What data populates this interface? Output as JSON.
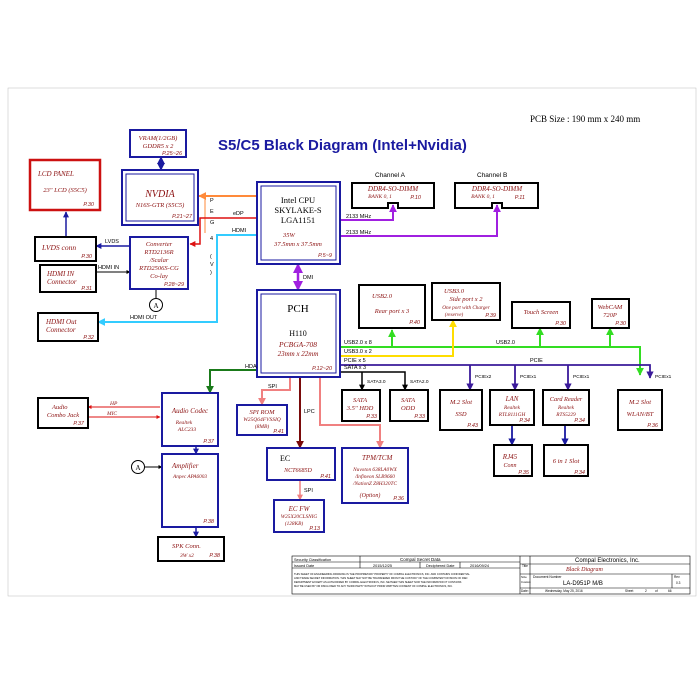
{
  "header": {
    "title": "S5/C5 Black Diagram (Intel+Nvidia)",
    "pcb_size": "PCB Size : 190 mm x 240 mm"
  },
  "blocks": {
    "vram": {
      "l1": "VRAM(1/2GB)",
      "l2": "GDDR5 x 2",
      "page": "P.25~26"
    },
    "nvidia": {
      "l1": "NVDIA",
      "l2": "N16S-GTR (S5C5)",
      "page": "P.21~27"
    },
    "lcd": {
      "l1": "LCD PANEL",
      "l2": "23\" LCD (S5C5)",
      "page": "P.30"
    },
    "cpu": {
      "l1": "Intel CPU",
      "l2": "SKYLAKE-S",
      "l3": "LGA1151",
      "l4": "35W",
      "l5": "37.5mm x 37.5mm",
      "page": "P.5~9"
    },
    "lvds_conn": {
      "l1": "LVDS conn",
      "page": "P.30"
    },
    "converter": {
      "l1": "Converter",
      "l2": "RTD2136R",
      "l3": "/Scalar",
      "l4": "RTD2506S-CG",
      "l5": "Co-lay",
      "page": "P.28~29"
    },
    "hdmi_in": {
      "l1": "HDMI IN",
      "l2": "Connector",
      "page": "P.31"
    },
    "hdmi_out": {
      "l1": "HDMI Out",
      "l2": "Connector",
      "page": "P.32"
    },
    "ddr_a": {
      "l1": "DDR4-SO-DIMM",
      "l2": "BANK 0, 1",
      "page": "P.10"
    },
    "ddr_b": {
      "l1": "DDR4-SO-DIMM",
      "l2": "BANK 0, 1",
      "page": "P.11"
    },
    "pch": {
      "l1": "PCH",
      "l2": "H110",
      "l3": "PCBGA-708",
      "l4": "23mm x 22mm",
      "page": "P.12~20"
    },
    "usb2_rear": {
      "l1": "USB2.0",
      "l2": "Rear port x 3",
      "page": "P.40"
    },
    "usb3_side": {
      "l1": "USB3.0",
      "l2": "Side port x 2",
      "l3": "One port with Charger",
      "l4": "(reserve)",
      "page": "P.39"
    },
    "touch": {
      "l1": "Touch Screen",
      "page": "P.30"
    },
    "webcam": {
      "l1": "WebCAM",
      "l2": "720P",
      "page": "P.30"
    },
    "audio_jack": {
      "l1": "Audio",
      "l2": "Combo Jack",
      "page": "P.37"
    },
    "audio_codec": {
      "l1": "Audio Codec",
      "l2": "Realtek",
      "l3": "ALC233",
      "page": "P.37"
    },
    "spi_rom": {
      "l1": "SPI ROM",
      "l2": "W25Q64FVSSIQ",
      "l3": "(8MB)",
      "page": "P.41"
    },
    "ec": {
      "l1": "EC",
      "l2": "NCT6685D",
      "page": "P.41"
    },
    "ec_fw": {
      "l1": "EC FW",
      "l2": "W25X20CLSNIG",
      "l3": "(128KB)",
      "page": "P.13"
    },
    "tpm": {
      "l1": "TPM/TCM",
      "l2": "Nuvoton 638LA0WX",
      "l3": "/Infineon SLB9660",
      "l4": "/NationZ Z8H320TC",
      "l5": "(Option)",
      "page": "P.36"
    },
    "sata_hdd": {
      "l1": "SATA",
      "l2": "3.5\" HDD",
      "page": "P.33"
    },
    "sata_odd": {
      "l1": "SATA",
      "l2": "ODD",
      "page": "P.33"
    },
    "m2_ssd": {
      "l1": "M.2 Slot",
      "l2": "SSD",
      "page": "P.43"
    },
    "lan": {
      "l1": "LAN",
      "l2": "Realtek",
      "l3": "RTL8111GH",
      "page": "P.34"
    },
    "card_reader": {
      "l1": "Card Reader",
      "l2": "Realtek",
      "l3": "RTS5229",
      "page": "P.34"
    },
    "m2_wlan": {
      "l1": "M.2 Slot",
      "l2": "WLAN/BT",
      "page": "P.36"
    },
    "rj45": {
      "l1": "RJ45",
      "l2": "Conn",
      "page": "P.35"
    },
    "six_in_one": {
      "l1": "6 in 1 Slot",
      "page": "P.34"
    },
    "amplifier": {
      "l1": "Amplifier",
      "l2": "Anpec APA6003",
      "page": "P.38"
    },
    "spk": {
      "l1": "SPK Conn.",
      "l2": "3W x2",
      "page": "P.38"
    }
  },
  "signals": {
    "lvds": "LVDS",
    "edp": "eDP",
    "hdmi": "HDMI",
    "hdmi_in": "HDMI IN",
    "hdmi_out": "HDMI OUT",
    "peg_letters": [
      "P",
      "E",
      "G",
      "4",
      "(",
      "V",
      ")"
    ],
    "ch_a": "Channel A",
    "ch_b": "Channel B",
    "mhz_a": "2133 MHz",
    "mhz_b": "2133 MHz",
    "dmi": "DMI",
    "usb2_x8": "USB2.0 x 8",
    "usb3_x2": "USB3.0 x 2",
    "usb2_right": "USB2.0",
    "pcie_x5": "PCIE x 5",
    "sata_x3": "SATA x 3",
    "pcie_right": "PCIE",
    "hda": "HDA",
    "spi": "SPI",
    "lpc": "LPC",
    "spi2": "SPI",
    "sata3_0": "SATA3.0",
    "sata2_0": "SATA2.0",
    "pciex2": "PCIEx2",
    "pciex1_a": "PCIEx1",
    "pciex1_b": "PCIEx1",
    "pciex1_c": "PCIEx1",
    "hp": "HP",
    "mic": "MIC",
    "a1": "A",
    "a2": "A"
  },
  "title_block": {
    "sec_label": "Security Classification",
    "sec_value": "Compal Secret Data",
    "issued_label": "Issued Date",
    "issued_value": "2015/12/25",
    "deciphered_label": "Deciphered Date",
    "deciphered_value": "2016/09/24",
    "title_label": "Title",
    "company": "Compal Electronics, Inc.",
    "doc_title": "Black Diagram",
    "size_label": "Size",
    "size_value": "Custom",
    "docnum_label": "Document Number",
    "docnum_value": "LA-D951P M/B",
    "rev_label": "Rev",
    "rev_value": "0.3",
    "date_label": "Date:",
    "date_value": "Wednesday, May 25, 2016",
    "sheet_label": "Sheet",
    "sheet_value": "2",
    "of_label": "of",
    "of_value": "66",
    "notice1": "THIS SHEET OF ENGINEERING DRAWING IS THE PROPRIETARY PROPERTY OF COMPAL ELECTRONICS, INC. AND CONTAINS CONFIDENTIAL",
    "notice2": "AND TRADE SECRET INFORMATION. THIS SHEET MAY NOT BE TRANSFERED FROM THE CUSTODY OF THE COMPETENT DIVISION OF R&D",
    "notice3": "DEPARTMENT EXCEPT AS AUTHORIZED BY COMPAL ELECTRONICS, INC. NEITHER THIS SHEET NOR THE INFORMATION IT CONTAINS",
    "notice4": "MAY BE USED BY OR DISCLOSED TO ANY THIRD PARTY WITHOUT PRIOR WRITTEN CONSENT OF COMPAL ELECTRONICS, INC."
  },
  "colors": {
    "block_blue": "#1a1aa0",
    "block_red": "#cc1111",
    "cyan": "#33ccff",
    "green": "#33dd22",
    "yellow": "#ffee33",
    "violet": "#a020e0",
    "indigo": "#3a1a9a",
    "orange": "#ff8a3a",
    "salmon": "#f08080",
    "darkred": "#7a0a0a",
    "dkgreen": "#1a7a1a",
    "red_line": "#dd1111"
  }
}
